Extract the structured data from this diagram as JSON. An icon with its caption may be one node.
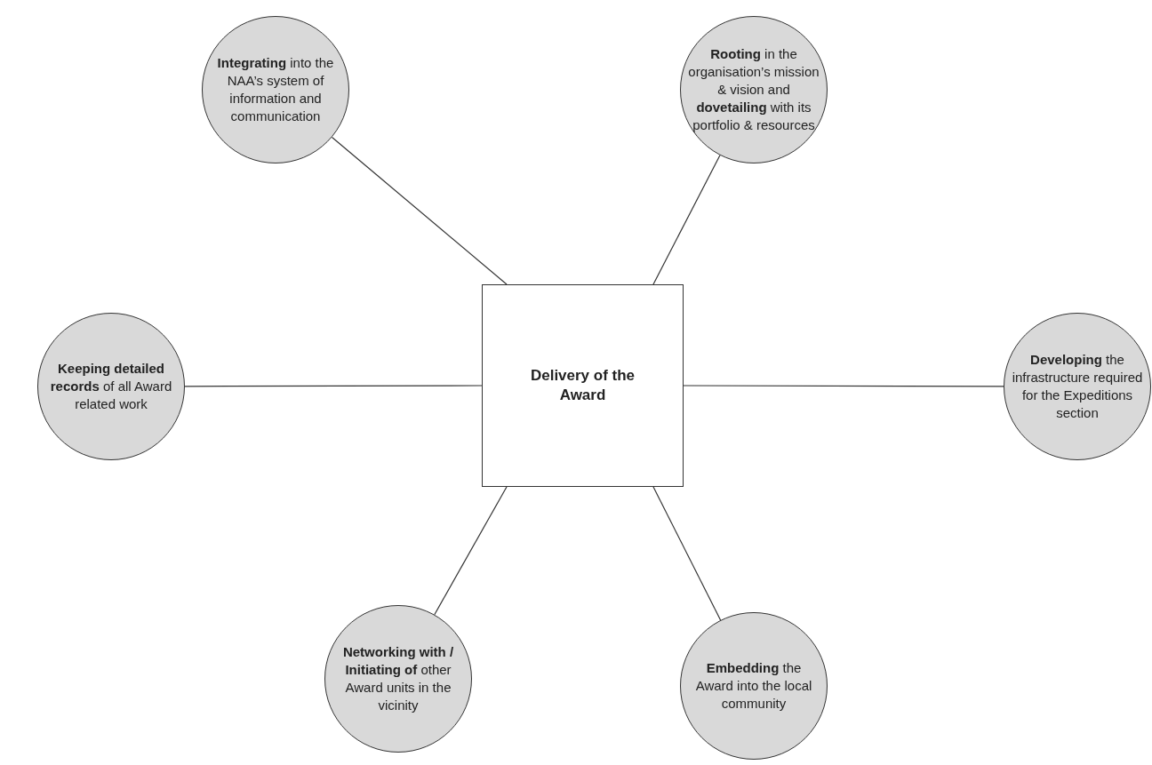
{
  "diagram": {
    "nodes": [
      {
        "text": [
          "**Integrating** into the NAA’s system of information and communication"
        ]
      },
      {
        "text": [
          "**Rooting** in the organisation’s mission & vision and **dovetailing** with its portfolio & resources"
        ]
      },
      {
        "text": [
          "**Keeping detailed records** of all Award related work"
        ]
      },
      {
        "text": [
          "Delivery of the Award"
        ]
      },
      {
        "text": [
          "**Developing** the infrastructure required for the Expeditions section"
        ]
      },
      {
        "text": [
          "**Networking with / Initiating of** other Award units in the vicinity"
        ]
      },
      {
        "text": [
          "**Embedding** the Award into the local community"
        ]
      }
    ],
    "edges": [
      {
        "from": 0,
        "to": 3,
        "arrow": "none"
      },
      {
        "from": 1,
        "to": 3,
        "arrow": "none"
      },
      {
        "from": 2,
        "to": 3,
        "arrow": "none"
      },
      {
        "from": 4,
        "to": 3,
        "arrow": "none"
      },
      {
        "from": 5,
        "to": 3,
        "arrow": "none"
      },
      {
        "from": 6,
        "to": 3,
        "arrow": "none"
      }
    ]
  }
}
